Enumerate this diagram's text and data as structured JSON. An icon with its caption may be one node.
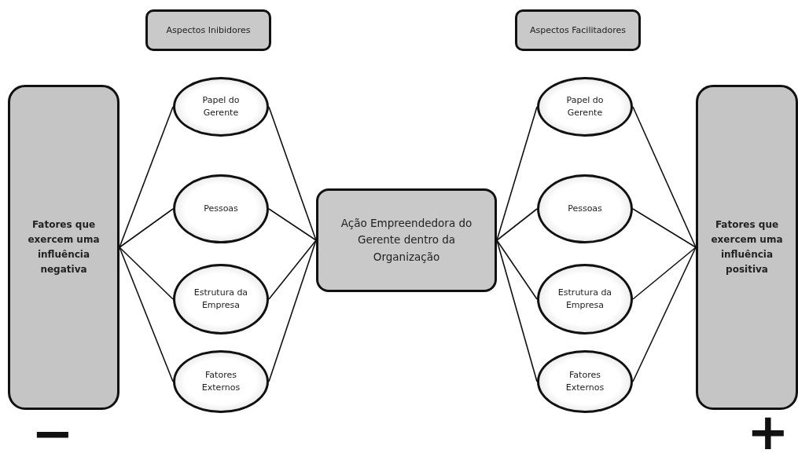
{
  "diagram": {
    "nodes": [
      {
        "text": [
          "Aspectos Inibidores"
        ]
      },
      {
        "text": [
          "Aspectos Facilitadores"
        ]
      },
      {
        "text": [
          "Fatores que exercem uma influência negativa"
        ]
      },
      {
        "text": [
          "Papel do Gerente"
        ]
      },
      {
        "text": [
          "Pessoas"
        ]
      },
      {
        "text": [
          "Estrutura da Empresa"
        ]
      },
      {
        "text": [
          "Fatores Externos"
        ]
      },
      {
        "text": [
          "Ação Empreendedora do Gerente dentro da Organização"
        ]
      },
      {
        "text": [
          "Papel do Gerente"
        ]
      },
      {
        "text": [
          "Pessoas"
        ]
      },
      {
        "text": [
          "Estrutura da Empresa"
        ]
      },
      {
        "text": [
          "Fatores Externos"
        ]
      },
      {
        "text": [
          "Fatores que exercem uma influência positiva"
        ]
      }
    ],
    "edges": [
      {
        "from": 2,
        "to": 3,
        "arrow": "none"
      },
      {
        "from": 2,
        "to": 4,
        "arrow": "none"
      },
      {
        "from": 2,
        "to": 5,
        "arrow": "none"
      },
      {
        "from": 2,
        "to": 6,
        "arrow": "none"
      },
      {
        "from": 3,
        "to": 7,
        "arrow": "none"
      },
      {
        "from": 4,
        "to": 7,
        "arrow": "none"
      },
      {
        "from": 5,
        "to": 7,
        "arrow": "none"
      },
      {
        "from": 6,
        "to": 7,
        "arrow": "none"
      },
      {
        "from": 7,
        "to": 8,
        "arrow": "none"
      },
      {
        "from": 7,
        "to": 9,
        "arrow": "none"
      },
      {
        "from": 7,
        "to": 10,
        "arrow": "none"
      },
      {
        "from": 7,
        "to": 11,
        "arrow": "none"
      },
      {
        "from": 8,
        "to": 12,
        "arrow": "none"
      },
      {
        "from": 9,
        "to": 12,
        "arrow": "none"
      },
      {
        "from": 10,
        "to": 12,
        "arrow": "none"
      },
      {
        "from": 11,
        "to": 12,
        "arrow": "none"
      }
    ],
    "labels": [
      "−",
      "+"
    ]
  }
}
